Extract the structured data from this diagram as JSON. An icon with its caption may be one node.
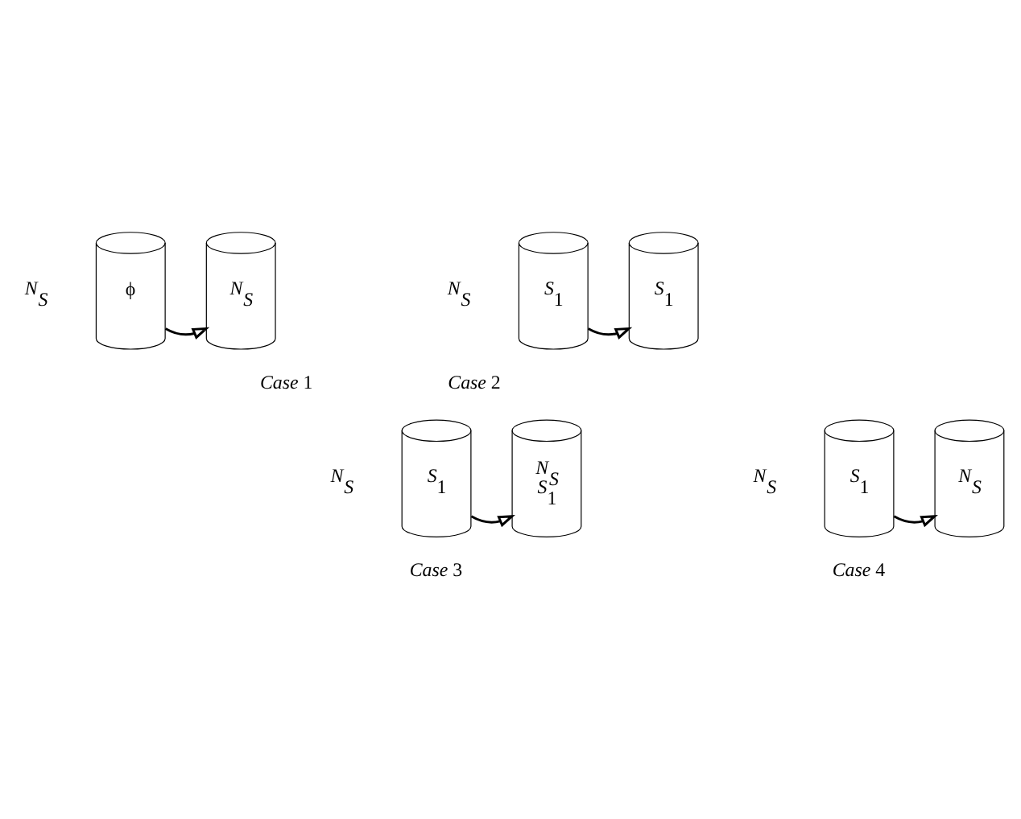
{
  "diagram": {
    "nodes": [
      {
        "text": [
          "ϕ"
        ],
        "beside": [
          "*N$_{S}$*"
        ]
      },
      {
        "text": [
          "*N$_{S}$*"
        ]
      },
      {
        "text": [
          "*S*$_{1}$"
        ],
        "beside": [
          "*N$_{S}$*"
        ]
      },
      {
        "text": [
          "*S*$_{1}$"
        ]
      },
      {
        "text": [
          "*S*$_{1}$"
        ],
        "beside": [
          "*N$_{S}$*"
        ]
      },
      {
        "text": [
          "*N$_{S}$*",
          "*S*$_{1}$"
        ]
      },
      {
        "text": [
          "*S*$_{1}$"
        ],
        "beside": [
          "*N$_{S}$*"
        ]
      },
      {
        "text": [
          "*N$_{S}$*"
        ]
      }
    ],
    "edges": [
      {
        "from": 0,
        "to": 1,
        "arrow": "to"
      },
      {
        "from": 2,
        "to": 3,
        "arrow": "to"
      },
      {
        "from": 4,
        "to": 5,
        "arrow": "to"
      },
      {
        "from": 6,
        "to": 7,
        "arrow": "to"
      }
    ],
    "labels": [
      "*Case* 1",
      "*Case* 2",
      "*Case* 3",
      "*Case* 4"
    ]
  }
}
